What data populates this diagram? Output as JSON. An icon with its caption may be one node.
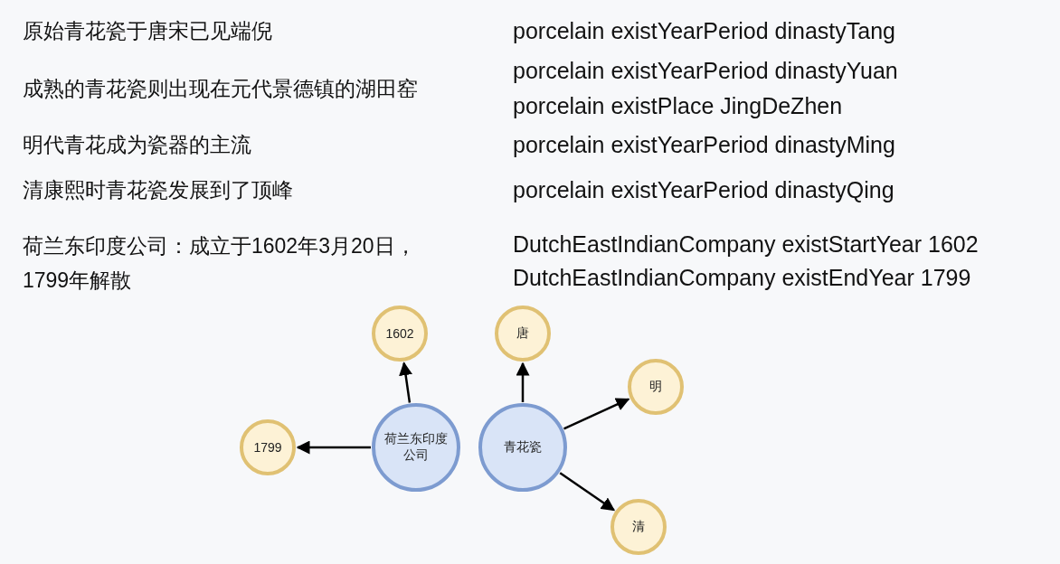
{
  "diagram": {
    "nodes": [
      {
        "text": [
          "荷兰东印度公司"
        ]
      },
      {
        "text": [
          "青花瓷"
        ]
      },
      {
        "text": [
          "1602"
        ]
      },
      {
        "text": [
          "1799"
        ]
      },
      {
        "text": [
          "唐"
        ]
      },
      {
        "text": [
          "明"
        ]
      },
      {
        "text": [
          "清"
        ]
      }
    ],
    "edges": [
      {
        "from": 0,
        "to": 2,
        "arrow": "to"
      },
      {
        "from": 0,
        "to": 3,
        "arrow": "to"
      },
      {
        "from": 1,
        "to": 4,
        "arrow": "to"
      },
      {
        "from": 1,
        "to": 5,
        "arrow": "to"
      },
      {
        "from": 1,
        "to": 6,
        "arrow": "to"
      }
    ],
    "labels": [
      "原始青花瓷于唐宋已见端倪",
      "porcelain existYearPeriod dinastyTang",
      "成熟的青花瓷则出现在元代景德镇的湖田窑",
      "porcelain existYearPeriod dinastyYuan",
      "porcelain existPlace JingDeZhen",
      "明代青花成为瓷器的主流",
      "porcelain existYearPeriod dinastyMing",
      "清康熙时青花瓷发展到了顶峰",
      "porcelain existYearPeriod dinastyQing",
      "荷兰东印度公司：成立于1602年3月20日，1799年解散",
      "DutchEastIndianCompany existStartYear 1602",
      "DutchEastIndianCompany existEndYear 1799"
    ]
  }
}
